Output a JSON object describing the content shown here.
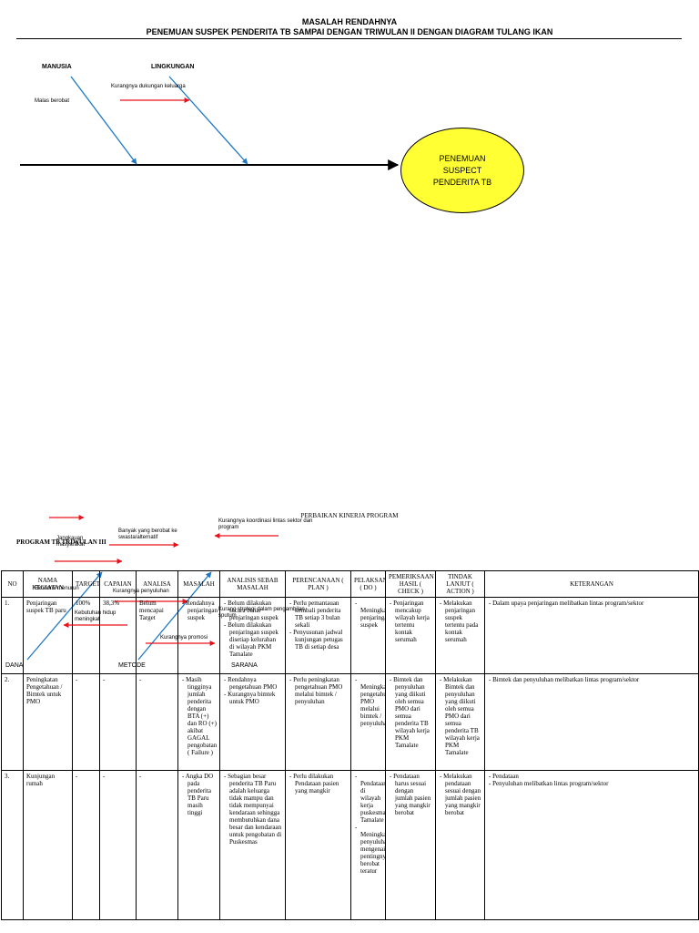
{
  "doc": {
    "title1": "MASALAH RENDAHNYA",
    "title2": "PENEMUAN SUSPEK PENDERITA TB SAMPAI DENGAN TRIWULAN II DENGAN DIAGRAM TULANG IKAN"
  },
  "fishbone": {
    "categories": {
      "manusia": "MANUSIA",
      "lingkungan": "LINGKUNGAN",
      "dana": "DANA",
      "metode": "METODE",
      "sarana": "SARANA"
    },
    "causes": {
      "malas": "Malas berobat",
      "dukungan": "Kurangnya dukungan keluarga",
      "ekonomi": "Ekonomi menurun",
      "jangkauan": "Jangkauan masyarakat",
      "kebutuhan": "Kebutuhan hidup meningkat",
      "berobat_swasta": "Banyak yang berobat ke swasta/alternatif",
      "koordinasi": "Kurangnya koordinasi lintas sektor dan program",
      "penyuluhan": "Kurangnya penyuluhan",
      "promosi": "Kurangnya promosi",
      "strategi": "Kurang strategi dalam pengambilan sputum"
    },
    "effect": [
      "PENEMUAN",
      "SUSPECT",
      "PENDERITA TB"
    ],
    "colors": {
      "spine": "#000000",
      "bone": "#1f77c4",
      "arrow": "#e8101a",
      "ellipse": "#ffff33"
    }
  },
  "program": {
    "title": "PERBAIKAN KINERJA PROGRAM",
    "subtitle": "PROGRAM TB TRIWULAN III",
    "headers": [
      "NO",
      "NAMA KEGIATAN",
      "TARGET",
      "CAPAIAN",
      "ANALISA",
      "MASALAH",
      "ANALISIS SEBAB MASALAH",
      "PERENCANAAN ( PLAN )",
      "PELAKSANAAN ( DO )",
      "PEMERIKSAAN HASIL ( CHECK )",
      "TINDAK LANJUT ( ACTION )",
      "KETERANGAN"
    ],
    "rows": [
      {
        "no": "1.",
        "kegiatan": "Penjaringan suspek TB paru",
        "target": "100%",
        "capaian": "38,3%",
        "analisa": "Belum mencapai Target",
        "masalah": [
          "Rendahnya penjaringan suspek"
        ],
        "sebab": [
          "Belum dilakukan secara benar penjaringan suspek",
          "Belum dilakukan penjaringan suspek disetiap kelurahan di wilayah PKM Tamalate"
        ],
        "plan": [
          "Perlu pemantauan kembali penderita TB setiap 3 bulan sekali",
          "Penyusunan jadwal kunjungan petugas TB di setiap desa"
        ],
        "do": [
          "Meningkatkan penjaringan suspek"
        ],
        "check": [
          "Penjaringan mencakup wilayah kerja tertentu kontak serumah"
        ],
        "action": [
          "Melakukan penjaringan suspek tertentu pada kontak serumah"
        ],
        "ket": [
          "Dalam upaya penjaringan melibatkan lintas program/sektor"
        ]
      },
      {
        "no": "2.",
        "kegiatan": "Peningkatan Pengetahuan / Bimtek untuk PMO",
        "target": "-",
        "capaian": "-",
        "analisa": "-",
        "masalah": [
          "Masih tingginya jumlah penderita dengan BTA (+) dan RO (+) akibat GAGAL pengobatan ( Failure )"
        ],
        "sebab": [
          "Rendahnya pengetahuan PMO",
          "Kurangnya bimtek untuk PMO"
        ],
        "plan": [
          "Perlu peningkatan pengetahuan PMO melalui bimtek / penyuluhan"
        ],
        "do": [
          "Meningkatkan pengetahuan PMO melalui bimtek / penyuluhan"
        ],
        "check": [
          "Bimtek dan penyuluhan yang diikuti oleh semua PMO dari semua penderita TB wilayah kerja PKM Tamalate"
        ],
        "action": [
          "Melakukan Bimtek dan penyuluhan yang diikuti oleh semua PMO dari semua penderita TB wilayah kerja PKM Tamalate"
        ],
        "ket": [
          "Bimtek dan penyuluhan melibatkan lintas program/sektor"
        ]
      },
      {
        "no": "3.",
        "kegiatan": "Kunjungan rumah",
        "target": "-",
        "capaian": "-",
        "analisa": "-",
        "masalah": [
          "Angka DO pada penderita TB Paru masih tinggi"
        ],
        "sebab": [
          "Sebagian besar penderita TB Paru adalah keluarga tidak mampu dan tidak mempunyai kendaraan sehingga membutuhkan dana besar dan kendaraan untuk pengobatan di Puskesmas"
        ],
        "plan": [
          "Perlu dilakukan Pendataan pasien yang mangkir"
        ],
        "do": [
          "Pendataan di wilayah kerja puskesmas Tamalate",
          "Meningkatkan penyuluhan mengenai pentingnya berobat teratur"
        ],
        "check": [
          "Pendataan harus sesuai dengan jumlah pasien yang mangkir berobat"
        ],
        "action": [
          "Melakukan pendataan sesuai dengan jumlah pasien yang mangkir berobat"
        ],
        "ket": [
          "Pendataan",
          "Penyuluhan melibatkan lintas program/sektor"
        ]
      }
    ]
  }
}
